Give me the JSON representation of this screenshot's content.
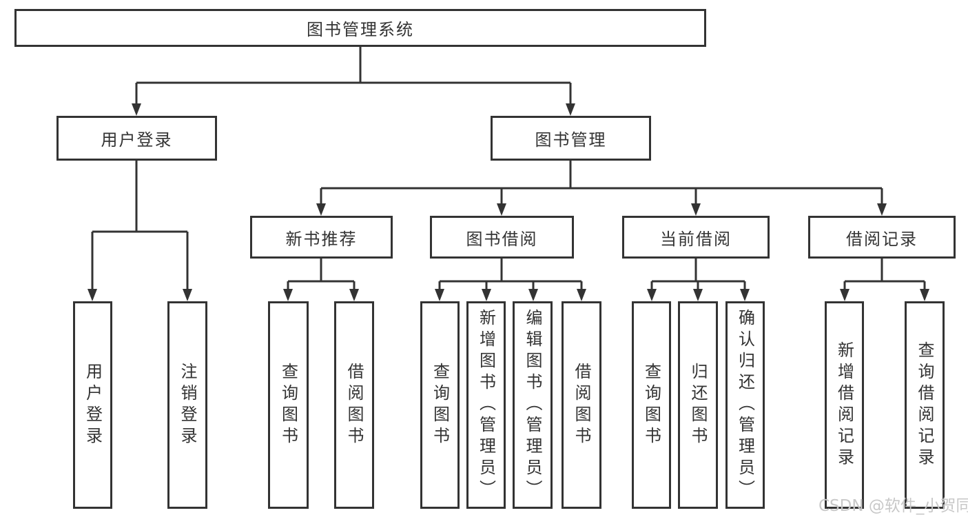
{
  "diagram_type": "hierarchy-tree",
  "title": "图书管理系统",
  "colors": {
    "line": "#333333",
    "text": "#333333",
    "background": "#ffffff",
    "watermark_text": "#c8c8c8"
  },
  "watermark": {
    "text": "CSDN @软件_小贺同学"
  },
  "tree": {
    "root": {
      "label": "图书管理系统"
    },
    "level2": [
      {
        "label": "用户登录"
      },
      {
        "label": "图书管理"
      }
    ],
    "level3": [
      {
        "label": "新书推荐",
        "parent": "图书管理"
      },
      {
        "label": "图书借阅",
        "parent": "图书管理"
      },
      {
        "label": "当前借阅",
        "parent": "图书管理"
      },
      {
        "label": "借阅记录",
        "parent": "图书管理"
      }
    ],
    "leaves": [
      {
        "label": "用户登录",
        "parent": "用户登录"
      },
      {
        "label": "注销登录",
        "parent": "用户登录"
      },
      {
        "label": "查询图书",
        "parent": "新书推荐"
      },
      {
        "label": "借阅图书",
        "parent": "新书推荐"
      },
      {
        "label": "查询图书",
        "parent": "图书借阅"
      },
      {
        "label": "新增图书（管理员）",
        "parent": "图书借阅"
      },
      {
        "label": "编辑图书（管理员）",
        "parent": "图书借阅"
      },
      {
        "label": "借阅图书",
        "parent": "图书借阅"
      },
      {
        "label": "查询图书",
        "parent": "当前借阅"
      },
      {
        "label": "归还图书",
        "parent": "当前借阅"
      },
      {
        "label": "确认归还（管理员）",
        "parent": "当前借阅"
      },
      {
        "label": "新增借阅记录",
        "parent": "借阅记录"
      },
      {
        "label": "查询借阅记录",
        "parent": "借阅记录"
      }
    ]
  }
}
